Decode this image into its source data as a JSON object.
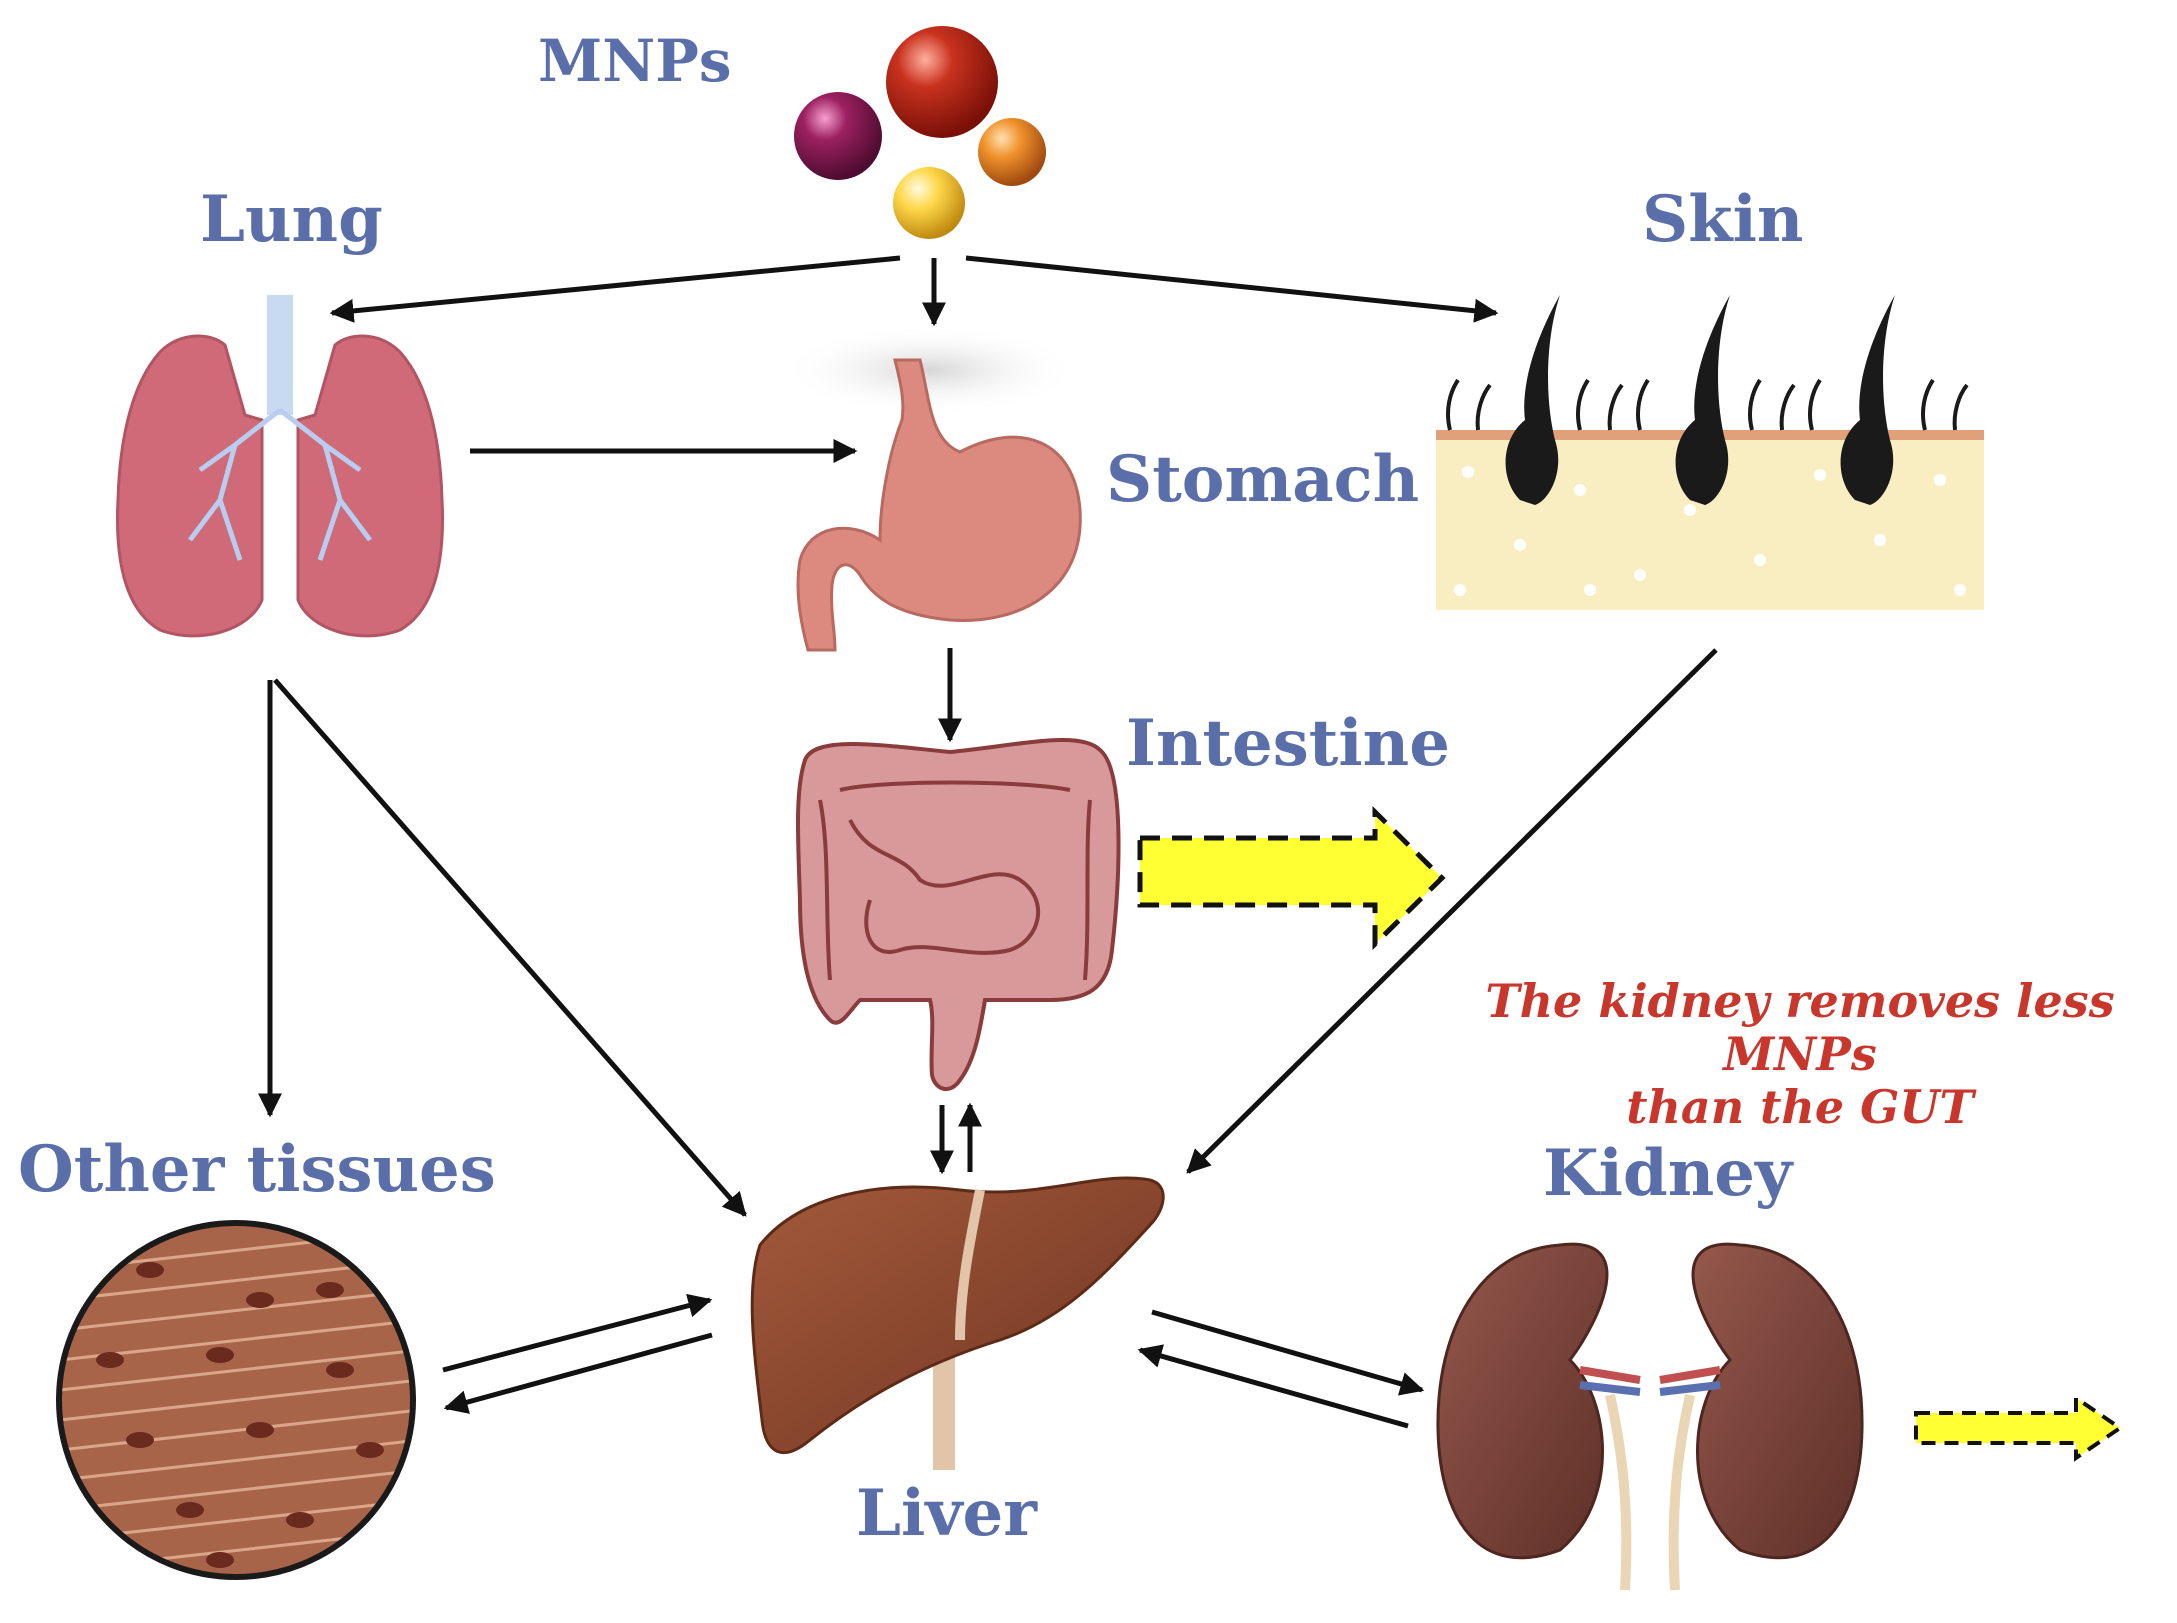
{
  "labels": {
    "mnps": "MNPs",
    "lung": "Lung",
    "skin": "Skin",
    "stomach": "Stomach",
    "intestine": "Intestine",
    "other_tissues": "Other tissues",
    "kidney": "Kidney",
    "liver": "Liver"
  },
  "note": {
    "line1": "The kidney removes less MNPs",
    "line2": "than the GUT"
  },
  "colors": {
    "label": "#5a6eaa",
    "note": "#c9362b",
    "arrow": "#111111",
    "excretion_arrow_fill": "#ffff33",
    "lung": "#d06a78",
    "stomach": "#dc8a80",
    "intestine": "#d8999a",
    "liver": "#8a4630",
    "kidney": "#7a4238",
    "skin": "#f8eec2",
    "tissue": "#a86448"
  },
  "icons": [
    "mnp-particles-icon",
    "lung-icon",
    "stomach-icon",
    "skin-icon",
    "intestine-icon",
    "liver-icon",
    "kidney-icon",
    "tissue-icon"
  ]
}
